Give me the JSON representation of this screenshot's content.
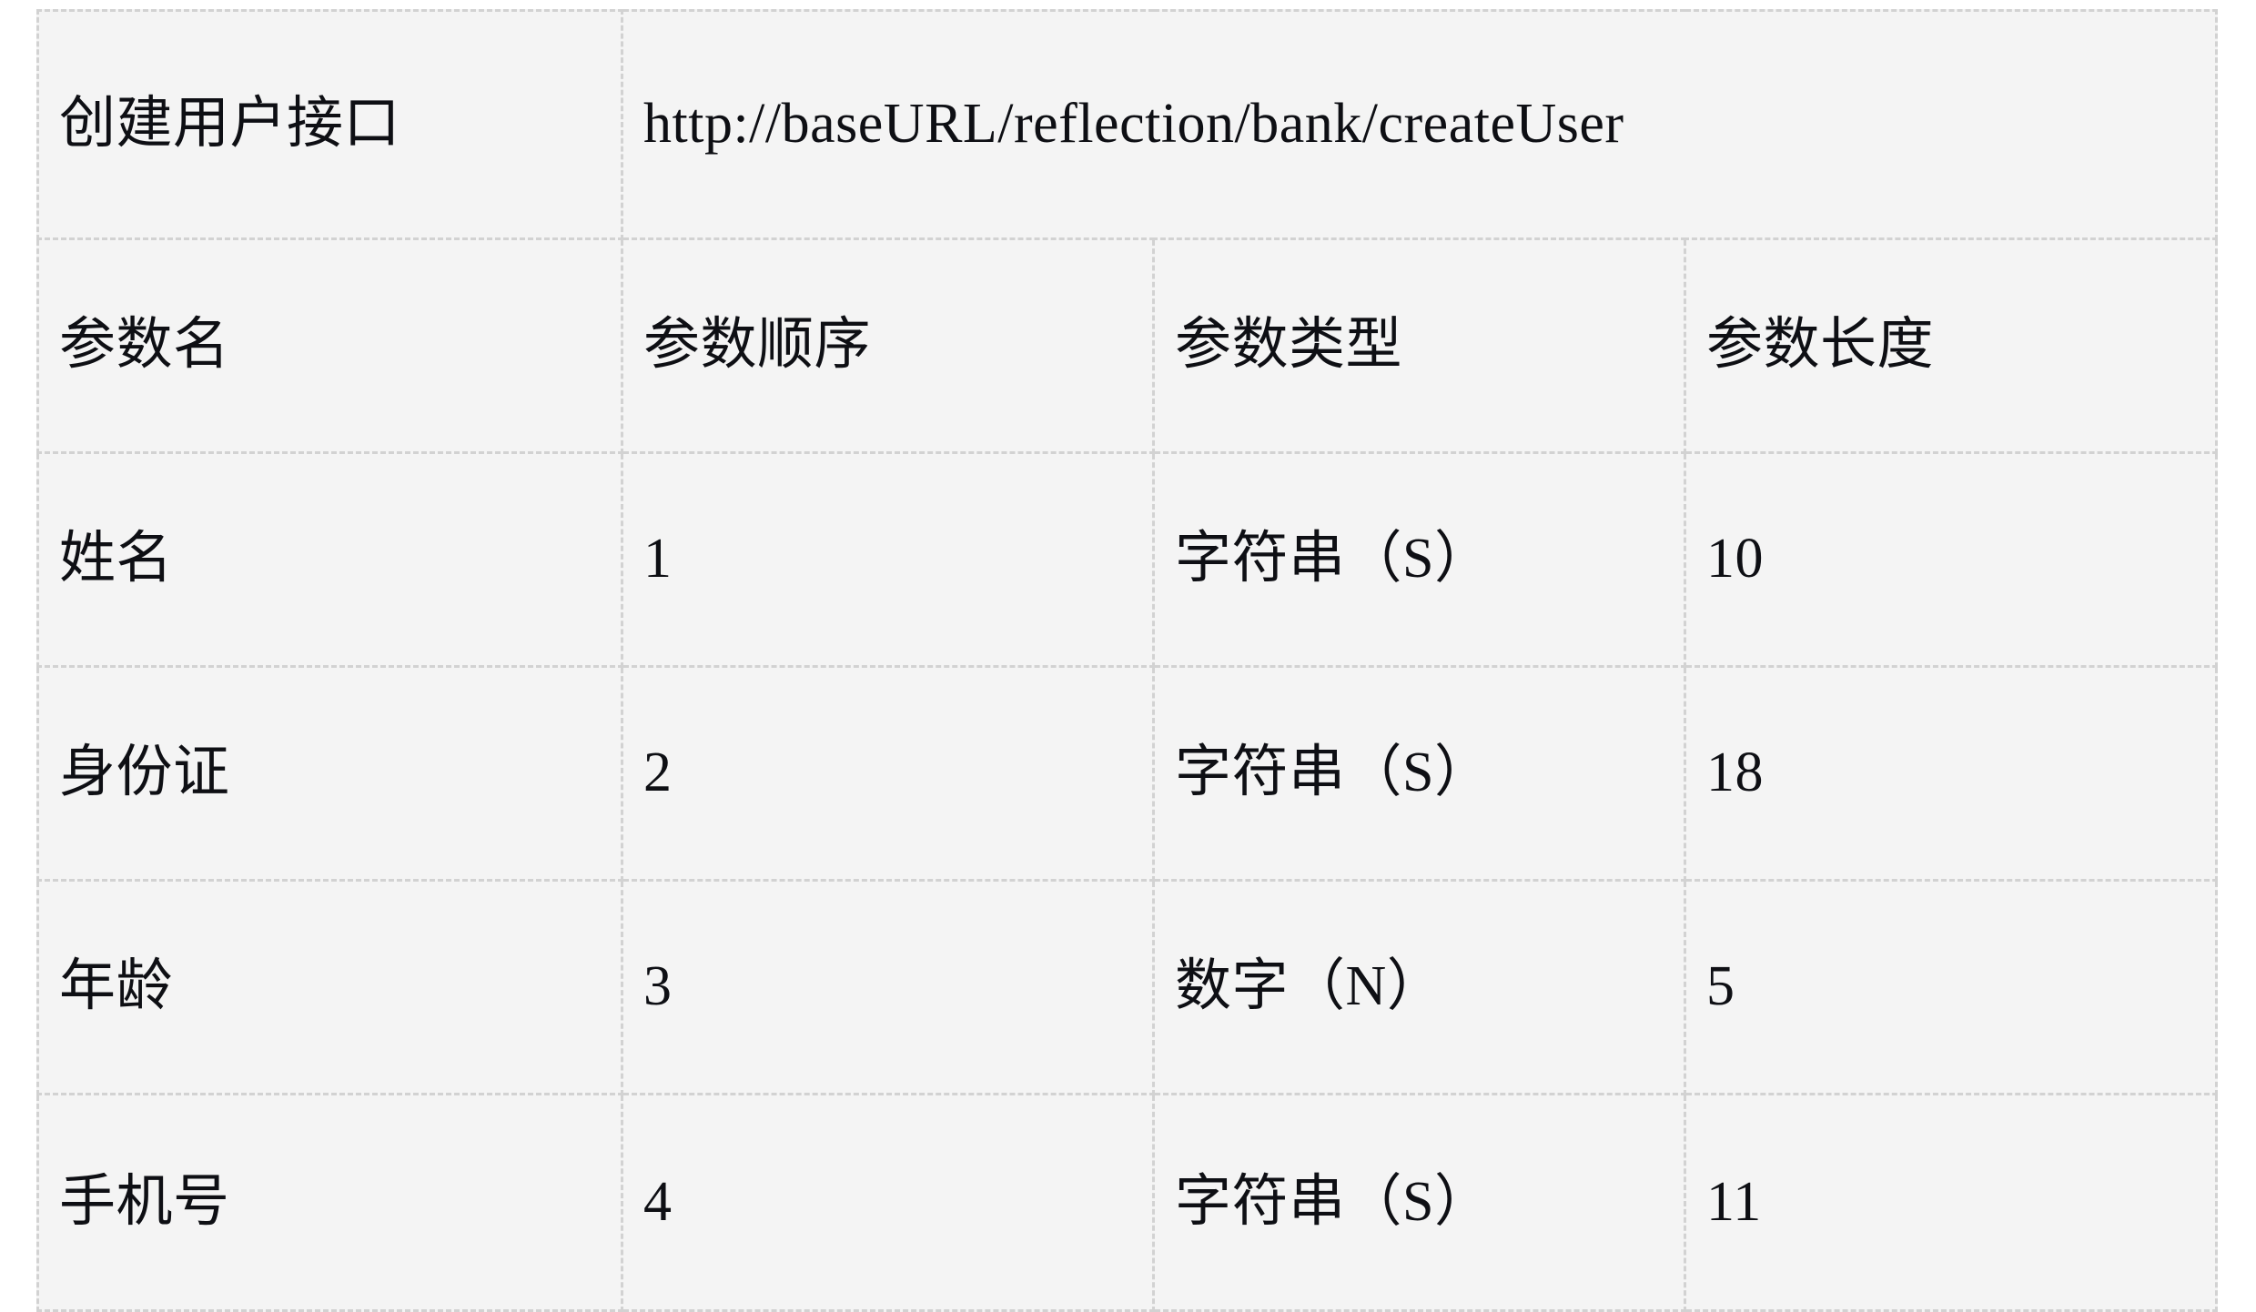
{
  "document": {
    "type": "api-parameter-table",
    "colors": {
      "page_background": "#ffffff",
      "cell_background": "#f4f4f4",
      "border": "#d2d2d2",
      "text": "#0e0f14"
    }
  },
  "endpoint_row": {
    "label": "创建用户接口",
    "url": "http://baseURL/reflection/bank/createUser"
  },
  "table": {
    "headers": [
      "参数名",
      "参数顺序",
      "参数类型",
      "参数长度"
    ],
    "rows": [
      {
        "name": "姓名",
        "order": "1",
        "type": "字符串（S）",
        "length": "10"
      },
      {
        "name": "身份证",
        "order": "2",
        "type": "字符串（S）",
        "length": "18"
      },
      {
        "name": "年龄",
        "order": "3",
        "type": "数字（N）",
        "length": "5"
      },
      {
        "name": "手机号",
        "order": "4",
        "type": "字符串（S）",
        "length": "11"
      }
    ]
  }
}
